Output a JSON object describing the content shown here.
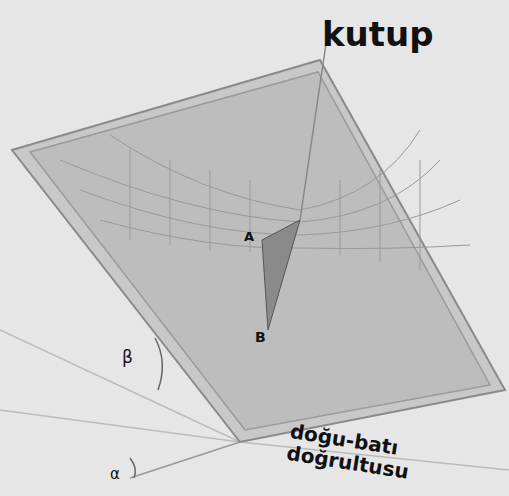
{
  "diagram": {
    "labels": [
      "kutup",
      "A",
      "B",
      "β",
      "α",
      "doğu-batı doğrultusu"
    ]
  }
}
